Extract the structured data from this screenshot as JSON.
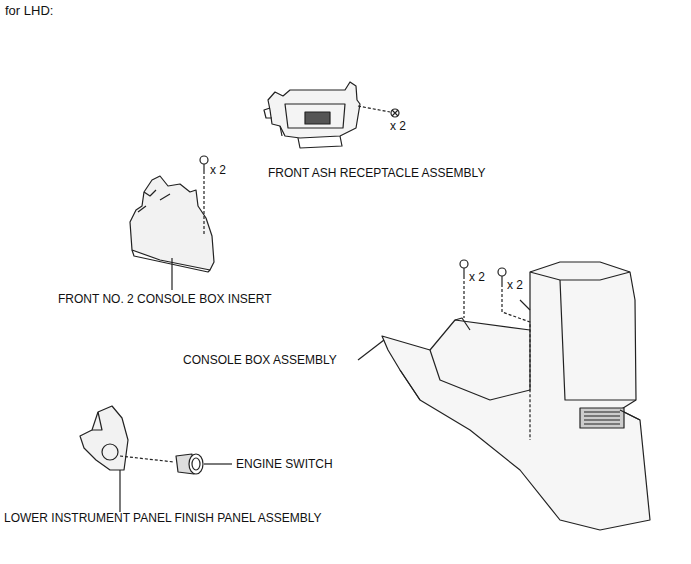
{
  "diagram": {
    "title": "for LHD:",
    "labels": [
      "x 2",
      "FRONT ASH RECEPTACLE ASSEMBLY",
      "x 2",
      "FRONT NO. 2 CONSOLE BOX INSERT",
      "x 2",
      "x 2",
      "CONSOLE BOX ASSEMBLY",
      "ENGINE SWITCH",
      "LOWER INSTRUMENT PANEL FINISH PANEL ASSEMBLY"
    ]
  }
}
